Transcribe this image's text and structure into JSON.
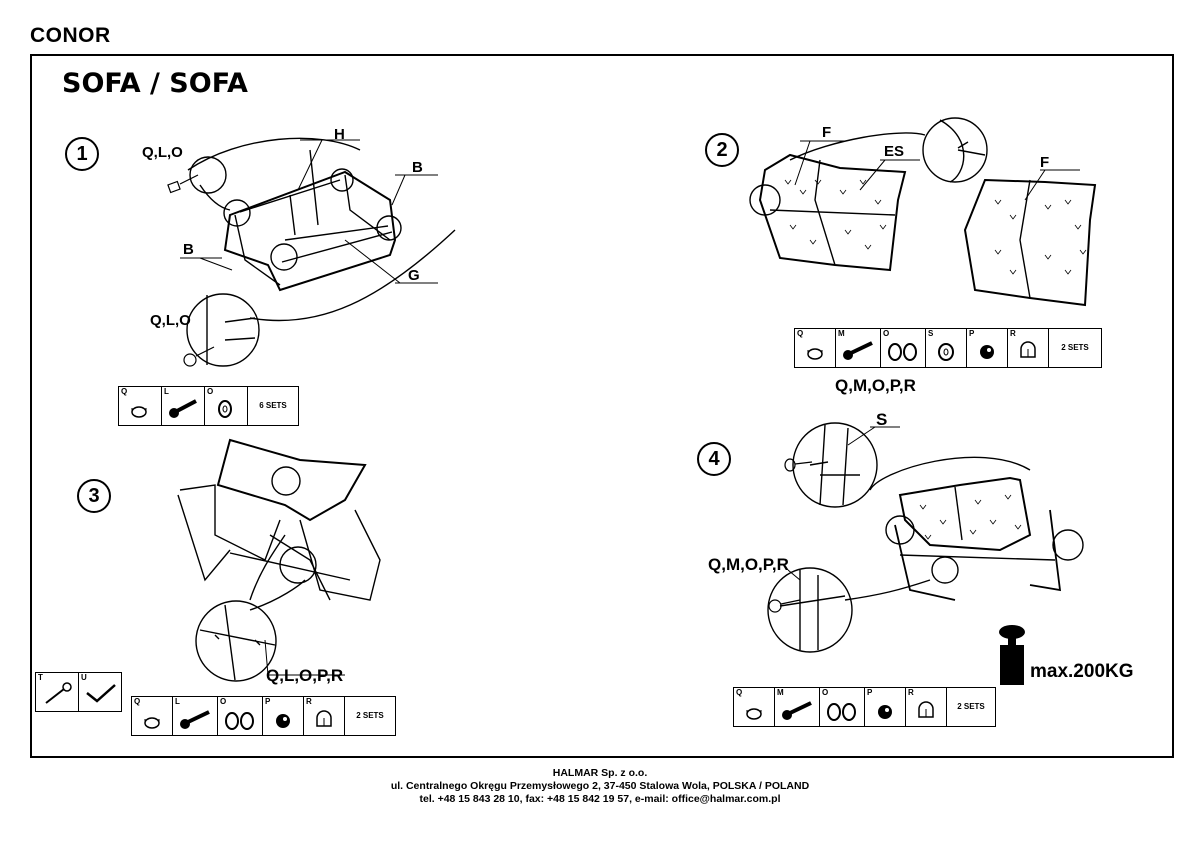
{
  "header": {
    "brand": "CONOR",
    "title": "SOFA / SOFA"
  },
  "steps": {
    "s1": {
      "number": "1",
      "labels": {
        "qlo_top": "Q,L,O",
        "h": "H",
        "b_right": "B",
        "b_left": "B",
        "g": "G",
        "qlo_detail": "Q,L,O"
      },
      "parts": [
        {
          "code": "Q",
          "icon": "cap-nut-icon"
        },
        {
          "code": "L",
          "icon": "bolt-icon"
        },
        {
          "code": "O",
          "icon": "washer-icon"
        },
        {
          "code": "",
          "sets": "6 SETS"
        }
      ]
    },
    "s2": {
      "number": "2",
      "labels": {
        "f_left": "F",
        "es": "ES",
        "f_right": "F"
      },
      "parts": [
        {
          "code": "Q",
          "icon": "cap-nut-icon"
        },
        {
          "code": "M",
          "icon": "bolt-icon"
        },
        {
          "code": "O",
          "icon": "washer-pair-icon"
        },
        {
          "code": "S",
          "icon": "washer-icon"
        },
        {
          "code": "P",
          "icon": "nut-icon"
        },
        {
          "code": "R",
          "icon": "acorn-nut-icon"
        },
        {
          "code": "",
          "sets": "2 SETS"
        }
      ]
    },
    "s3": {
      "number": "3",
      "labels": {
        "qlopr": "Q,L,O,P,R"
      },
      "parts": [
        {
          "code": "Q",
          "icon": "cap-nut-icon"
        },
        {
          "code": "L",
          "icon": "bolt-icon"
        },
        {
          "code": "O",
          "icon": "washer-pair-icon"
        },
        {
          "code": "P",
          "icon": "nut-icon"
        },
        {
          "code": "R",
          "icon": "acorn-nut-icon"
        },
        {
          "code": "",
          "sets": "2 SETS"
        }
      ]
    },
    "s4": {
      "number": "4",
      "labels": {
        "qmopr_top": "Q,M,O,P,R",
        "s": "S",
        "qmopr_left": "Q,M,O,P,R"
      },
      "parts": [
        {
          "code": "Q",
          "icon": "cap-nut-icon"
        },
        {
          "code": "M",
          "icon": "bolt-icon"
        },
        {
          "code": "O",
          "icon": "washer-pair-icon"
        },
        {
          "code": "P",
          "icon": "nut-icon"
        },
        {
          "code": "R",
          "icon": "acorn-nut-icon"
        },
        {
          "code": "",
          "sets": "2 SETS"
        }
      ]
    }
  },
  "tools": [
    {
      "code": "T",
      "icon": "wrench-icon"
    },
    {
      "code": "U",
      "icon": "allen-key-icon"
    }
  ],
  "max_load": "max.200KG",
  "footer": {
    "company": "HALMAR Sp. z o.o.",
    "address": "ul. Centralnego Okręgu Przemysłowego 2, 37-450 Stalowa Wola, POLSKA / POLAND",
    "contact": "tel. +48 15 843 28 10, fax: +48 15 842 19 57, e-mail: office@halmar.com.pl"
  }
}
